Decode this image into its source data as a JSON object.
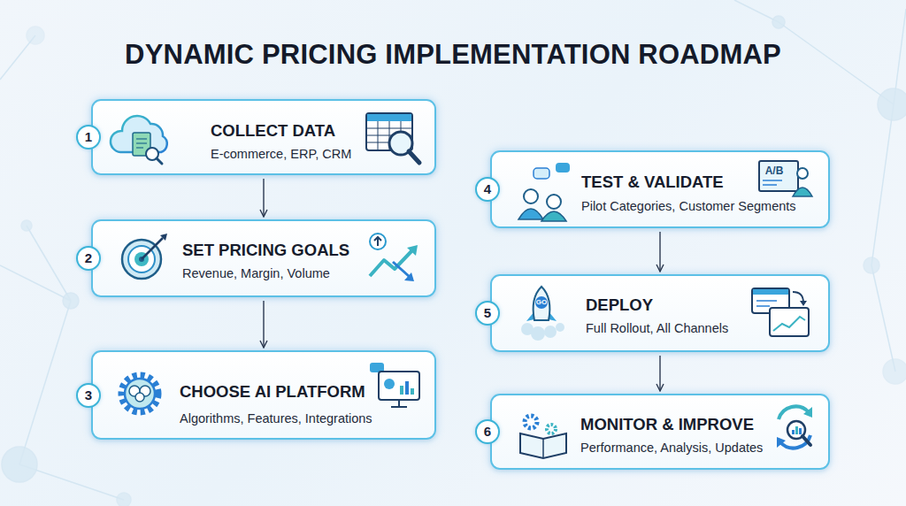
{
  "diagram": {
    "title": "DYNAMIC PRICING IMPLEMENTATION ROADMAP",
    "nodes": [
      {
        "text": [
          "COLLECT DATA",
          "E-commerce, ERP, CRM"
        ]
      },
      {
        "text": [
          "1"
        ],
        "in": 0
      },
      {
        "text": [
          "SET PRICING GOALS",
          "Revenue, Margin, Volume"
        ]
      },
      {
        "text": [
          "2"
        ],
        "in": 2
      },
      {
        "text": [
          "CHOOSE AI PLATFORM",
          "Algorithms, Features, Integrations"
        ]
      },
      {
        "text": [
          "3"
        ],
        "in": 4
      },
      {
        "text": [
          "TEST & VALIDATE",
          "Pilot Categories, Customer Segments"
        ]
      },
      {
        "text": [
          "4"
        ],
        "in": 6
      },
      {
        "text": [
          "DEPLOY",
          "Full Rollout, All Channels"
        ]
      },
      {
        "text": [
          "5"
        ],
        "in": 8
      },
      {
        "text": [
          "MONITOR & IMPROVE",
          "Performance, Analysis, Updates"
        ]
      },
      {
        "text": [
          "6"
        ],
        "in": 10
      }
    ],
    "edges": [
      {
        "from": 0,
        "to": 2,
        "arrow": "to"
      },
      {
        "from": 2,
        "to": 4,
        "arrow": "to"
      },
      {
        "from": 6,
        "to": 8,
        "arrow": "to"
      },
      {
        "from": 8,
        "to": 10,
        "arrow": "to"
      }
    ],
    "labels": [
      "A/B",
      "GO"
    ]
  }
}
